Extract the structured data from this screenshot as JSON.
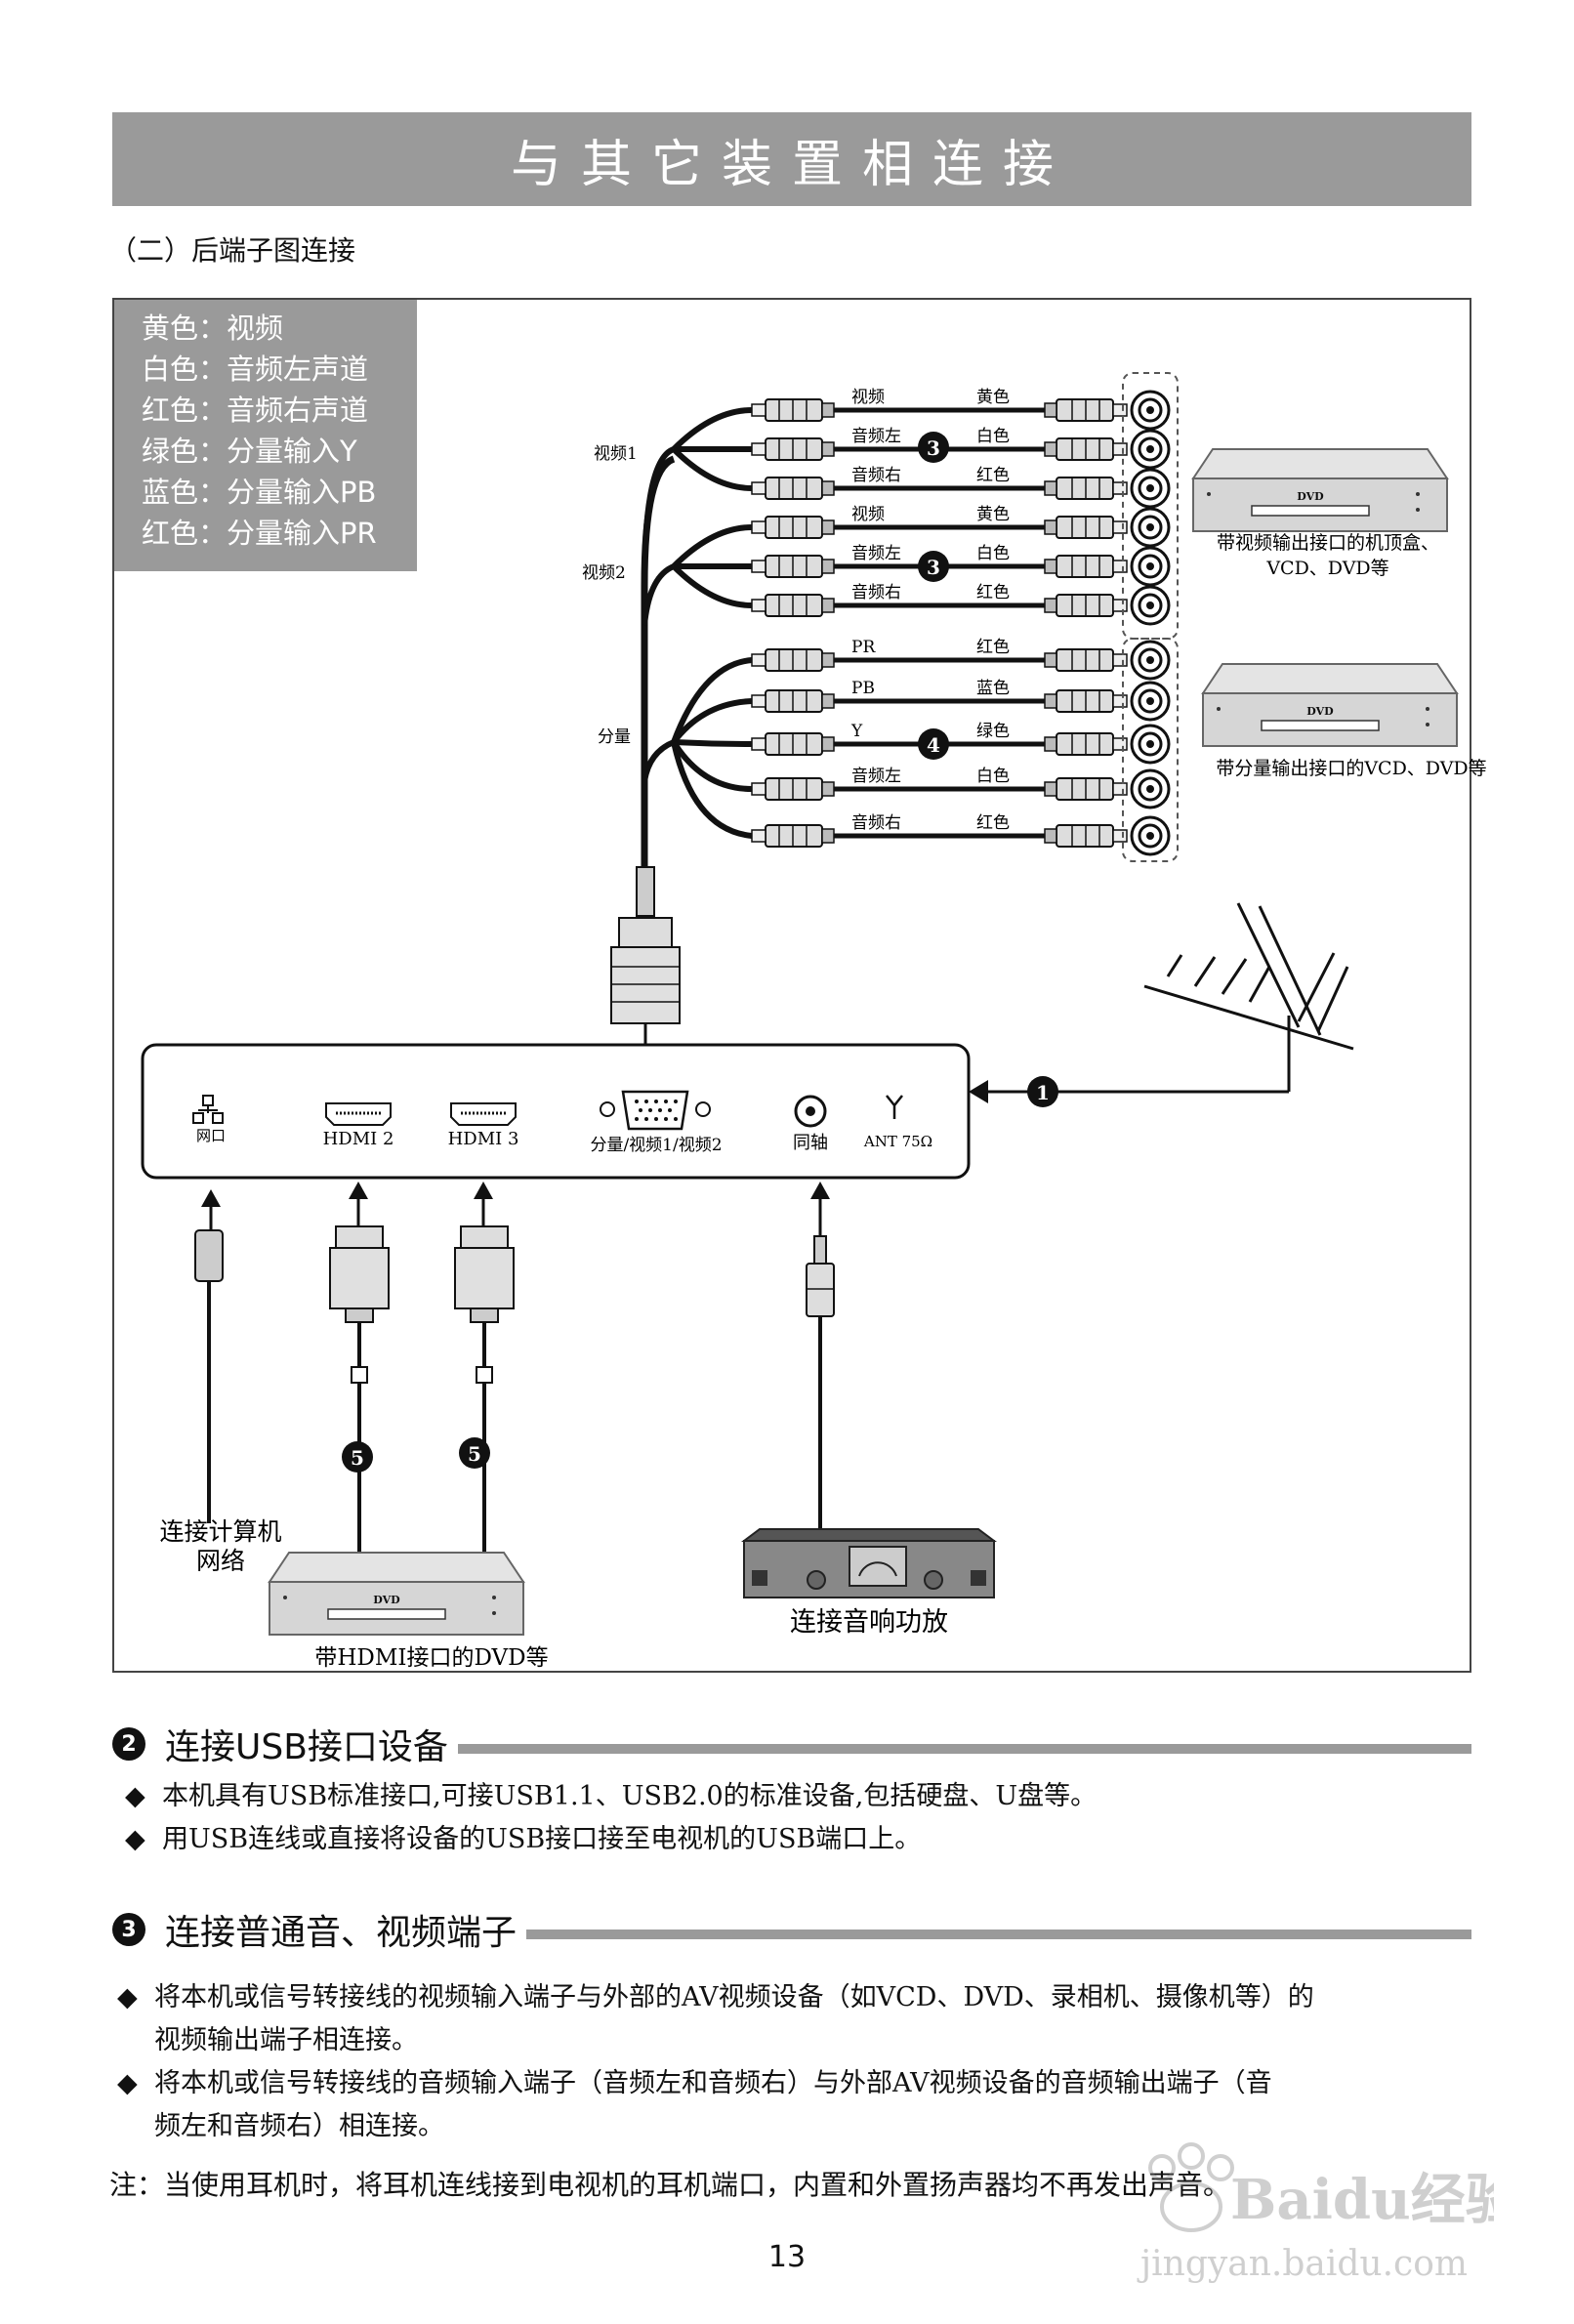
{
  "page_title": "与其它装置相连接",
  "subtitle": "（二）后端子图连接",
  "legend": [
    "黄色：视频",
    "白色：音频左声道",
    "红色：音频右声道",
    "绿色：分量输入Y",
    "蓝色：分量输入PB",
    "红色：分量输入PR"
  ],
  "diagram": {
    "group_labels": {
      "video1": "视频1",
      "video2": "视频2",
      "component": "分量"
    },
    "cable_rows": [
      {
        "left": "视频",
        "right": "黄色"
      },
      {
        "left": "音频左",
        "right": "白色"
      },
      {
        "left": "音频右",
        "right": "红色"
      },
      {
        "left": "视频",
        "right": "黄色"
      },
      {
        "left": "音频左",
        "right": "白色"
      },
      {
        "left": "音频右",
        "right": "红色"
      },
      {
        "left": "PR",
        "right": "红色"
      },
      {
        "left": "PB",
        "right": "蓝色"
      },
      {
        "left": "Y",
        "right": "绿色"
      },
      {
        "left": "音频左",
        "right": "白色"
      },
      {
        "left": "音频右",
        "right": "红色"
      }
    ],
    "device_top_caption": [
      "带视频输出接口的机顶盒、",
      "VCD、DVD等"
    ],
    "device_mid_caption": "带分量输出接口的VCD、DVD等",
    "panel_ports": {
      "network": "网口",
      "hdmi2": "HDMI 2",
      "hdmi3": "HDMI 3",
      "vga": "分量/视频1/视频2",
      "coax": "同轴",
      "ant": "ANT  75Ω"
    },
    "step_badges": {
      "antenna": "1",
      "video1": "3",
      "video2": "3",
      "component": "4",
      "hdmi_a": "5",
      "hdmi_b": "5"
    },
    "bottom_captions": {
      "network": [
        "连接计算机",
        "网络"
      ],
      "hdmi_device": "带HDMI接口的DVD等",
      "audio": "连接音响功放"
    },
    "dvd_label": "DVD"
  },
  "sections": [
    {
      "num": "2",
      "title": "连接USB接口设备",
      "bullets": [
        [
          "本机具有USB标准接口,可接USB1.1、USB2.0的标准设备,包括硬盘、U盘等。"
        ],
        [
          "用USB连线或直接将设备的USB接口接至电视机的USB端口上。"
        ]
      ]
    },
    {
      "num": "3",
      "title": "连接普通音、视频端子",
      "bullets": [
        [
          "将本机或信号转接线的视频输入端子与外部的AV视频设备（如VCD、DVD、录相机、摄像机等）的",
          "视频输出端子相连接。"
        ],
        [
          "将本机或信号转接线的音频输入端子（音频左和音频右）与外部AV视频设备的音频输出端子（音",
          "频左和音频右）相连接。"
        ]
      ]
    }
  ],
  "bullet_symbol": "◆",
  "note": "注：当使用耳机时，将耳机连线接到电视机的耳机端口，内置和外置扬声器均不再发出声音。",
  "page_number": "13",
  "watermark": {
    "logo": "Baidu经验",
    "url": "jingyan.baidu.com"
  }
}
